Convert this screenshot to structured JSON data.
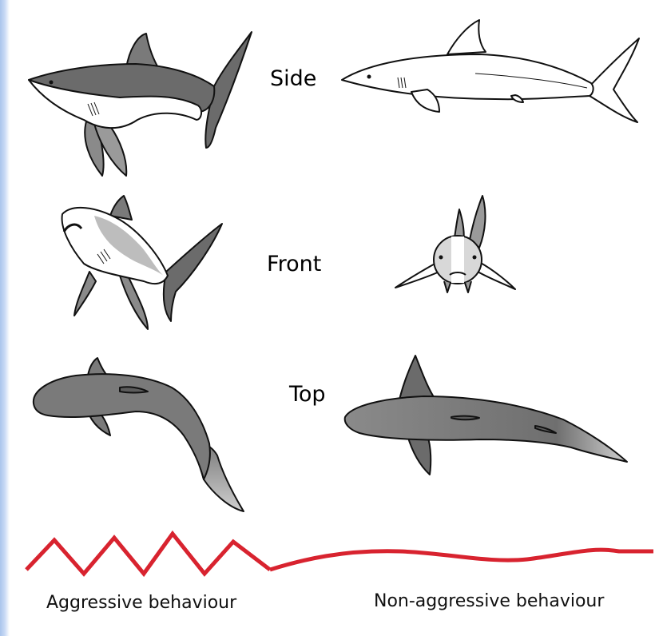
{
  "views": {
    "side": "Side",
    "front": "Front",
    "top": "Top"
  },
  "behaviour": {
    "aggressive": "Aggressive behaviour",
    "non_aggressive": "Non-aggressive behaviour"
  },
  "colors": {
    "shark_dark": "#6b6b6b",
    "shark_mid": "#8a8a8a",
    "shark_light": "#cfcfcf",
    "outline": "#111111",
    "signal_line": "#d8232f",
    "background_edge": "#a9c4ec"
  }
}
